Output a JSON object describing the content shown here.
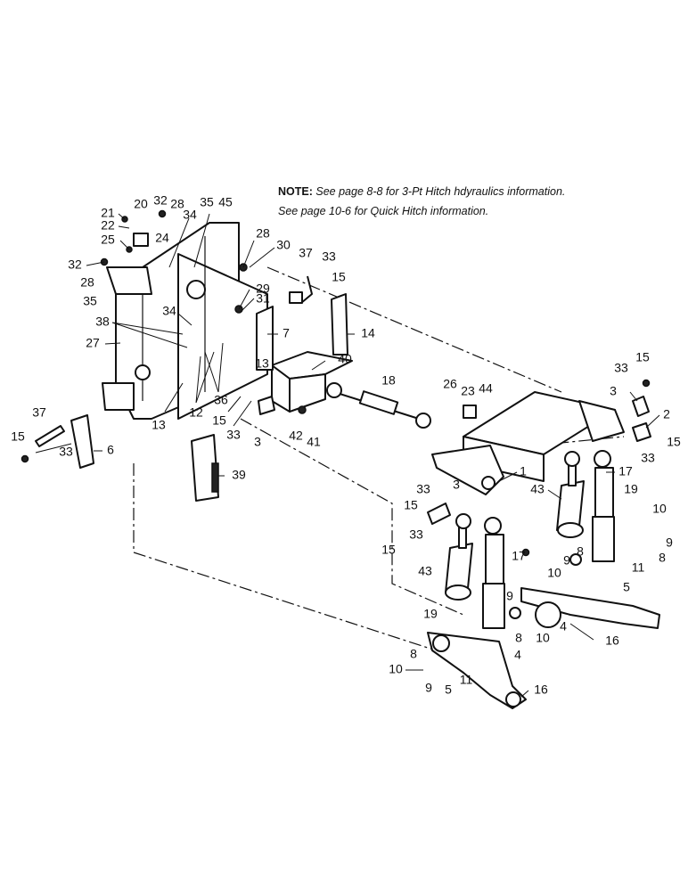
{
  "note": {
    "label": "NOTE:",
    "line1": "See page 8-8 for 3-Pt Hitch hdyraulics information.",
    "line2": "See page 10-6 for Quick Hitch information."
  },
  "callouts": [
    {
      "id": "c21",
      "text": "21"
    },
    {
      "id": "c20",
      "text": "20"
    },
    {
      "id": "c32a",
      "text": "32"
    },
    {
      "id": "c28a",
      "text": "28"
    },
    {
      "id": "c35a",
      "text": "35"
    },
    {
      "id": "c45",
      "text": "45"
    },
    {
      "id": "c22",
      "text": "22"
    },
    {
      "id": "c34a",
      "text": "34"
    },
    {
      "id": "c24",
      "text": "24"
    },
    {
      "id": "c25",
      "text": "25"
    },
    {
      "id": "c28b",
      "text": "28"
    },
    {
      "id": "c30",
      "text": "30"
    },
    {
      "id": "c37a",
      "text": "37"
    },
    {
      "id": "c33a",
      "text": "33"
    },
    {
      "id": "c32b",
      "text": "32"
    },
    {
      "id": "c28c",
      "text": "28"
    },
    {
      "id": "c15a",
      "text": "15"
    },
    {
      "id": "c35b",
      "text": "35"
    },
    {
      "id": "c29",
      "text": "29"
    },
    {
      "id": "c31",
      "text": "31"
    },
    {
      "id": "c38",
      "text": "38"
    },
    {
      "id": "c34b",
      "text": "34"
    },
    {
      "id": "c7",
      "text": "7"
    },
    {
      "id": "c14",
      "text": "14"
    },
    {
      "id": "c27",
      "text": "27"
    },
    {
      "id": "c13a",
      "text": "13"
    },
    {
      "id": "c40",
      "text": "40"
    },
    {
      "id": "c18",
      "text": "18"
    },
    {
      "id": "c26",
      "text": "26"
    },
    {
      "id": "c23",
      "text": "23"
    },
    {
      "id": "c44",
      "text": "44"
    },
    {
      "id": "c33b",
      "text": "33"
    },
    {
      "id": "c15b",
      "text": "15"
    },
    {
      "id": "c36",
      "text": "36"
    },
    {
      "id": "c12",
      "text": "12"
    },
    {
      "id": "c13b",
      "text": "13"
    },
    {
      "id": "c15c",
      "text": "15"
    },
    {
      "id": "c3a",
      "text": "3"
    },
    {
      "id": "c2",
      "text": "2"
    },
    {
      "id": "c15d",
      "text": "15"
    },
    {
      "id": "c37b",
      "text": "37"
    },
    {
      "id": "c33c",
      "text": "33"
    },
    {
      "id": "c3b",
      "text": "3"
    },
    {
      "id": "c42",
      "text": "42"
    },
    {
      "id": "c41",
      "text": "41"
    },
    {
      "id": "c33d",
      "text": "33"
    },
    {
      "id": "c15e",
      "text": "15"
    },
    {
      "id": "c33e",
      "text": "33"
    },
    {
      "id": "c6",
      "text": "6"
    },
    {
      "id": "c1",
      "text": "1"
    },
    {
      "id": "c17a",
      "text": "17"
    },
    {
      "id": "c39",
      "text": "39"
    },
    {
      "id": "c43a",
      "text": "43"
    },
    {
      "id": "c19a",
      "text": "19"
    },
    {
      "id": "c33f",
      "text": "33"
    },
    {
      "id": "c3c",
      "text": "3"
    },
    {
      "id": "c15f",
      "text": "15"
    },
    {
      "id": "c10a",
      "text": "10"
    },
    {
      "id": "c9a",
      "text": "9"
    },
    {
      "id": "c8a",
      "text": "8"
    },
    {
      "id": "c33g",
      "text": "33"
    },
    {
      "id": "c15g",
      "text": "15"
    },
    {
      "id": "c17b",
      "text": "17"
    },
    {
      "id": "c11a",
      "text": "11"
    },
    {
      "id": "c10b",
      "text": "10"
    },
    {
      "id": "c9b",
      "text": "9"
    },
    {
      "id": "c8b",
      "text": "8"
    },
    {
      "id": "c43b",
      "text": "43"
    },
    {
      "id": "c5a",
      "text": "5"
    },
    {
      "id": "c19b",
      "text": "19"
    },
    {
      "id": "c9c",
      "text": "9"
    },
    {
      "id": "c4a",
      "text": "4"
    },
    {
      "id": "c8c",
      "text": "8"
    },
    {
      "id": "c10c",
      "text": "10"
    },
    {
      "id": "c16a",
      "text": "16"
    },
    {
      "id": "c4b",
      "text": "4"
    },
    {
      "id": "c8d",
      "text": "8"
    },
    {
      "id": "c10d",
      "text": "10"
    },
    {
      "id": "c11b",
      "text": "11"
    },
    {
      "id": "c9d",
      "text": "9"
    },
    {
      "id": "c5b",
      "text": "5"
    },
    {
      "id": "c16b",
      "text": "16"
    }
  ]
}
